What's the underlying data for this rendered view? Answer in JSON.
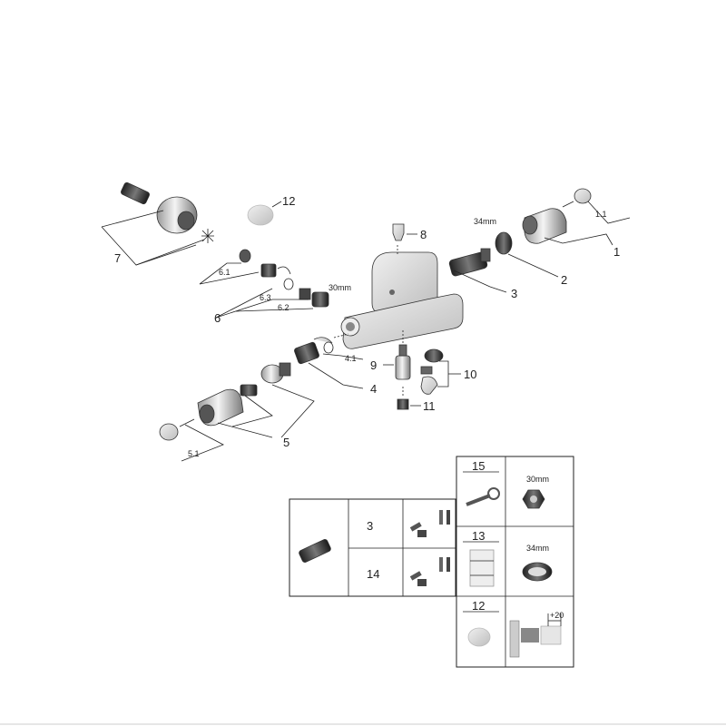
{
  "callouts": {
    "c1": "1",
    "c1_1": "1.1",
    "c2": "2",
    "c3": "3",
    "c4": "4",
    "c4_1": "4.1",
    "c5": "5",
    "c5_1": "5.1",
    "c6": "6",
    "c6_1": "6.1",
    "c6_2": "6.2",
    "c6_3": "6.3",
    "c7": "7",
    "c8": "8",
    "c9": "9",
    "c10": "10",
    "c11": "11",
    "c12": "12"
  },
  "dimensions": {
    "d34_top": "34mm",
    "d30_top": "30mm"
  },
  "table": {
    "r3": "3",
    "r14": "14",
    "t15": "15",
    "t13": "13",
    "t12": "12",
    "dim30": "30mm",
    "dim34": "34mm",
    "plus20": "+20"
  },
  "colors": {
    "ink": "#222222",
    "part_dark": "#3a3a3a",
    "part_light": "#cfcfcf"
  }
}
